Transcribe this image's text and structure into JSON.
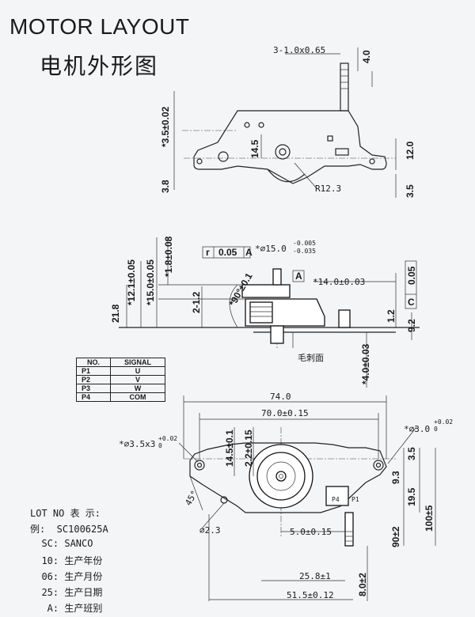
{
  "title": {
    "en": "MOTOR LAYOUT",
    "cn": "电机外形图"
  },
  "top_view": {
    "dims": {
      "slot": "3-1.0x0.65",
      "d_4_0": "4.0",
      "d_3_5tol": "*3.5±0.02",
      "d_14_5": "14.5",
      "d_12_0": "12.0",
      "d_3_8": "3.8",
      "d_3_5": "3.5",
      "r12_3": "R12.3"
    }
  },
  "side_view": {
    "dims": {
      "d_12_1": "*12.1±0.05",
      "d_15_0": "*15.0±0.05",
      "d_1_8": "*1.8±0.08",
      "r_box": "r",
      "r_val": "0.05",
      "r_ref": "A",
      "phi15": "*∅15.0",
      "phi15_tol_up": "-0.005",
      "phi15_tol_dn": "-0.035",
      "d_21_8": "21.8",
      "d_2_1_2": "2-1.2",
      "angle90": "*90°±0.1",
      "datum_a": "A",
      "d_14_0": "*14.0±0.03",
      "c_box": "C",
      "c_val": "0.05",
      "d_1_2": "1.2",
      "d_9_2": "9.2",
      "d_4_0": "*4.0±0.03",
      "burr": "毛刺面"
    }
  },
  "signal_table": {
    "headers": [
      "NO.",
      "SIGNAL"
    ],
    "rows": [
      [
        "P1",
        "U"
      ],
      [
        "P2",
        "V"
      ],
      [
        "P3",
        "W"
      ],
      [
        "P4",
        "COM"
      ]
    ]
  },
  "bottom_view": {
    "dims": {
      "d_74_0": "74.0",
      "d_70_0": "70.0±0.15",
      "phi3_0": "*∅3.0",
      "phi3_0_tol_up": "+0.02",
      "phi3_0_tol_dn": "0",
      "phi3_5": "*∅3.5x3",
      "phi3_5_tol_up": "+0.02",
      "phi3_5_tol_dn": "0",
      "d_14_5": "14.5±0.1",
      "d_2_2": "2.2±0.15",
      "d_3_5": "3.5",
      "d_9_3": "9.3",
      "d_19_5": "19.5",
      "d_100": "100±5",
      "d_90": "90±2",
      "angle45": "45°",
      "phi2_3": "∅2.3",
      "p4p1": "P4",
      "p1": "P1",
      "d_5_0": "5.0±0.15",
      "d_25_8": "25.8±1",
      "d_8_0": "8.0±2",
      "d_51_5": "51.5±0.12"
    }
  },
  "lot_no": {
    "heading": "LOT NO 表 示:",
    "example": "例:  SC100625A",
    "lines": [
      "  SC: SANCO",
      "  10: 生产年份",
      "  06: 生产月份",
      "  25: 生产日期",
      "   A: 生产班别"
    ]
  }
}
